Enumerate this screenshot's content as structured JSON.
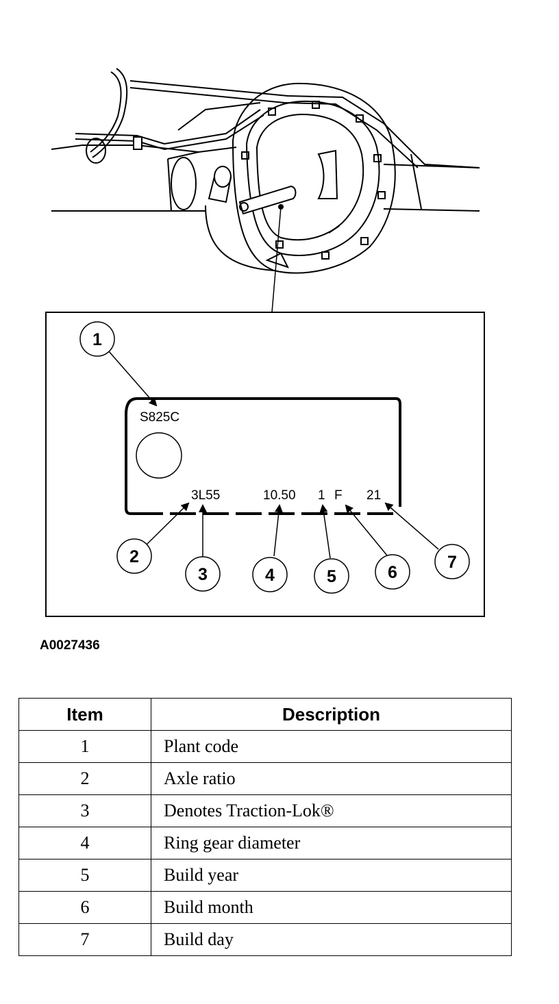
{
  "tag": {
    "plant_code": "S825C",
    "axle_ratio_code": "3L55",
    "ring_gear_diameter": "10.50",
    "build_year": "1",
    "build_month": "F",
    "build_day": "21"
  },
  "callouts": [
    "1",
    "2",
    "3",
    "4",
    "5",
    "6",
    "7"
  ],
  "figure_id": "A0027436",
  "legend": {
    "headers": {
      "item": "Item",
      "description": "Description"
    },
    "rows": [
      {
        "item": "1",
        "description": "Plant code"
      },
      {
        "item": "2",
        "description": "Axle ratio"
      },
      {
        "item": "3",
        "description": "Denotes Traction-Lok®"
      },
      {
        "item": "4",
        "description": "Ring gear diameter"
      },
      {
        "item": "5",
        "description": "Build year"
      },
      {
        "item": "6",
        "description": "Build month"
      },
      {
        "item": "7",
        "description": "Build day"
      }
    ]
  }
}
